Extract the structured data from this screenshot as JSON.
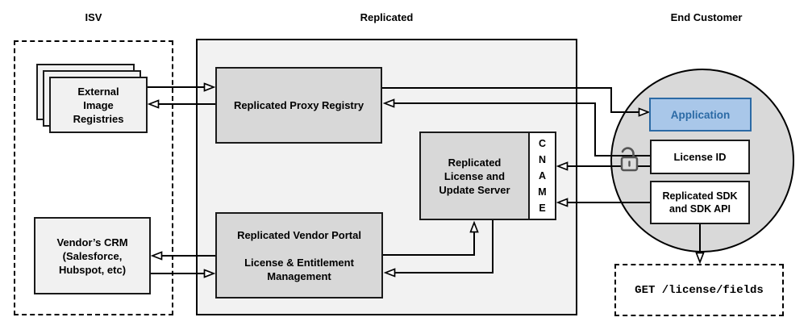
{
  "sections": {
    "isv": {
      "label": "ISV"
    },
    "replicated": {
      "label": "Replicated"
    },
    "end_customer": {
      "label": "End Customer"
    }
  },
  "nodes": {
    "external_registries": {
      "label": "External\nImage\nRegistries"
    },
    "vendor_crm": {
      "label": "Vendor’s CRM\n(Salesforce,\nHubspot, etc)"
    },
    "proxy_registry": {
      "label": "Replicated Proxy Registry"
    },
    "vendor_portal": {
      "label": "Replicated Vendor Portal\n\nLicense & Entitlement\nManagement"
    },
    "update_server": {
      "label": "Replicated\nLicense and\nUpdate Server"
    },
    "cname": {
      "label": "C\nN\nA\nM\nE"
    },
    "application": {
      "label": "Application"
    },
    "license_id": {
      "label": "License ID"
    },
    "replicated_sdk": {
      "label": "Replicated SDK\nand SDK API"
    },
    "get_endpoint": {
      "label": "GET /license/fields"
    }
  },
  "icons": {
    "open_lock": "open-lock-icon"
  },
  "colors": {
    "line": "#000000",
    "box-border": "#1a1a1a",
    "gray-fill": "#d8d8d8",
    "light-fill": "#f1f1f1",
    "container-fill": "#f2f2f2",
    "circle-fill": "#d9d9d9",
    "accent-blue-fill": "#a9c7e9",
    "accent-blue": "#2b6aa5",
    "lock-gray": "#555555"
  }
}
